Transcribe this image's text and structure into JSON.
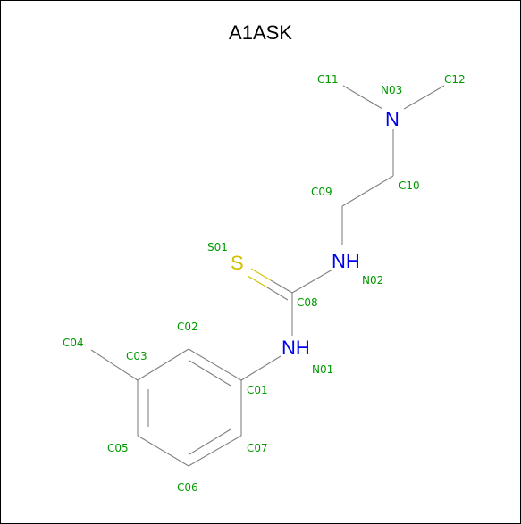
{
  "title": "A1ASK",
  "colors": {
    "bond": "#808080",
    "nitrogen": "#0000ee",
    "sulfur": "#d4c000",
    "atom_name": "#009900",
    "frame": "#000000"
  },
  "element_labels": {
    "N01": "NH",
    "N02": "NH",
    "N03": "N",
    "S01": "S"
  },
  "atom_names": {
    "C01": "C01",
    "C02": "C02",
    "C03": "C03",
    "C04": "C04",
    "C05": "C05",
    "C06": "C06",
    "C07": "C07",
    "C08": "C08",
    "C09": "C09",
    "C10": "C10",
    "C11": "C11",
    "C12": "C12",
    "N01": "N01",
    "N02": "N02",
    "N03": "N03",
    "S01": "S01"
  }
}
